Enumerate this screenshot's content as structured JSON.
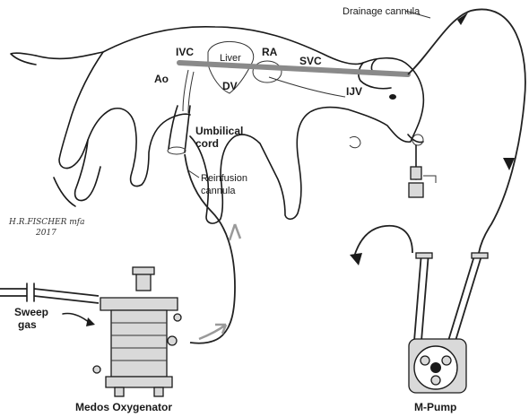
{
  "labels": {
    "drainage": "Drainage cannula",
    "ivc": "IVC",
    "liver": "Liver",
    "ra": "RA",
    "svc": "SVC",
    "ao": "Ao",
    "dv": "DV",
    "ijv": "IJV",
    "umbilical_line1": "Umbilical",
    "umbilical_line2": "cord",
    "reinfusion_line1": "Reinfusion",
    "reinfusion_line2": "cannula",
    "sweep_line1": "Sweep",
    "sweep_line2": "gas",
    "oxygenator": "Medos Oxygenator",
    "pump": "M-Pump"
  },
  "signature": {
    "name": "H.R.FISCHER mfa",
    "year": "2017"
  },
  "colors": {
    "ink": "#1a1a1a",
    "cannula": "#8a8a8a",
    "flow_arrow_gray": "#9a9a9a"
  }
}
